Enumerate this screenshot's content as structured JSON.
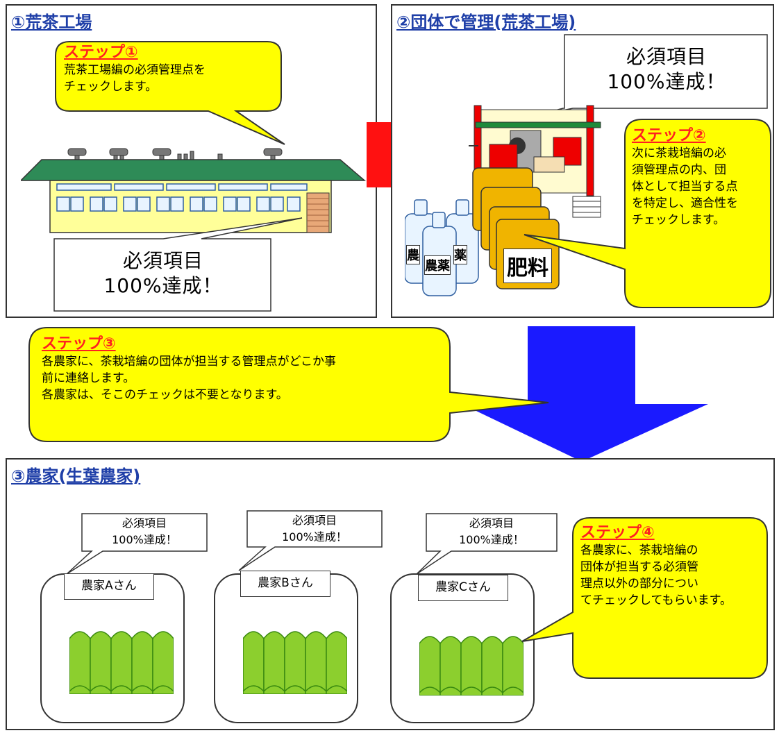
{
  "panels": {
    "factory": {
      "title": "①荒茶工場"
    },
    "group": {
      "title": "②団体で管理(荒茶工場)"
    },
    "farms": {
      "title": "③農家(生葉農家)"
    }
  },
  "steps": {
    "step1": {
      "title": "ステップ①",
      "body": "荒茶工場編の必須管理点を\nチェックします。"
    },
    "step2": {
      "title": "ステップ②",
      "body": "次に茶栽培編の必\n須管理点の内、団\n体として担当する点\nを特定し、適合性を\nチェックします。"
    },
    "step3": {
      "title": "ステップ③",
      "body": "各農家に、茶栽培編の団体が担当する管理点がどこか事\n前に連絡します。\n各農家は、そこのチェックは不要となります。"
    },
    "step4": {
      "title": "ステップ④",
      "body": "各農家に、茶栽培編の\n団体が担当する必須管\n理点以外の部分につい\nてチェックしてもらいます。"
    }
  },
  "achievement": {
    "factory": "必須項目\n100%達成！",
    "group": "必須項目\n100%達成！",
    "farm_a": "必須項目\n100%達成！",
    "farm_b": "必須項目\n100%達成！",
    "farm_c": "必須項目\n100%達成！"
  },
  "farms": [
    {
      "name": "農家Aさん"
    },
    {
      "name": "農家Bさん"
    },
    {
      "name": "農家Cさん"
    }
  ],
  "labels": {
    "fertilizer": "肥料",
    "pesticide_a": "農",
    "pesticide_b": "農薬",
    "pesticide_c": "薬"
  },
  "colors": {
    "title_blue": "#1f3fa8",
    "step_red": "#ff2020",
    "bubble_yellow": "#ffff00",
    "arrow_red": "#ff1111",
    "arrow_blue": "#1a1aff",
    "roof_green": "#2e8b57",
    "tea_green": "#8ccf2e"
  },
  "icons": [
    "tea-factory-icon",
    "processing-machine-icon",
    "fertilizer-bag-icon",
    "pesticide-bottle-icon",
    "tea-field-icon",
    "right-arrow-icon",
    "down-arrow-icon"
  ]
}
